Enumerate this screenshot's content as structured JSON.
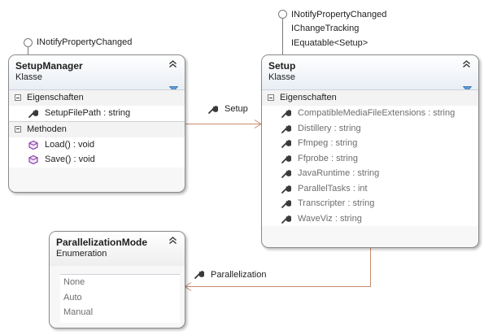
{
  "colors": {
    "connector": "#c98b6b",
    "border": "#8a8a8a",
    "header_gradient_top": "#ffffff",
    "header_gradient_bottom": "#e9eef4",
    "filter_icon": "#5b9bd5",
    "method_icon": "#8a3fa8"
  },
  "icons": {
    "property": "wrench-icon",
    "method": "cube-icon",
    "interface": "lollipop-icon",
    "collapse": "double-chevron-up-icon",
    "filter": "funnel-icon"
  },
  "setup_manager": {
    "name": "SetupManager",
    "kind": "Klasse",
    "interface": "INotifyPropertyChanged",
    "sections": {
      "properties": {
        "title": "Eigenschaften",
        "items": [
          "SetupFilePath : string"
        ]
      },
      "methods": {
        "title": "Methoden",
        "items": [
          "Load() : void",
          "Save() : void"
        ]
      }
    }
  },
  "setup": {
    "name": "Setup",
    "kind": "Klasse",
    "interfaces": [
      "INotifyPropertyChanged",
      "IChangeTracking",
      "IEquatable<Setup>"
    ],
    "sections": {
      "properties": {
        "title": "Eigenschaften",
        "items": [
          "CompatibleMediaFileExtensions : string",
          "Distillery : string",
          "Ffmpeg : string",
          "Ffprobe : string",
          "JavaRuntime : string",
          "ParallelTasks : int",
          "Transcripter : string",
          "WaveViz : string"
        ]
      }
    }
  },
  "parallelization_mode": {
    "name": "ParallelizationMode",
    "kind": "Enumeration",
    "members": [
      "None",
      "Auto",
      "Manual"
    ]
  },
  "associations": [
    {
      "label": "Setup",
      "from": "SetupManager",
      "to": "Setup"
    },
    {
      "label": "Parallelization",
      "from": "Setup",
      "to": "ParallelizationMode"
    }
  ]
}
